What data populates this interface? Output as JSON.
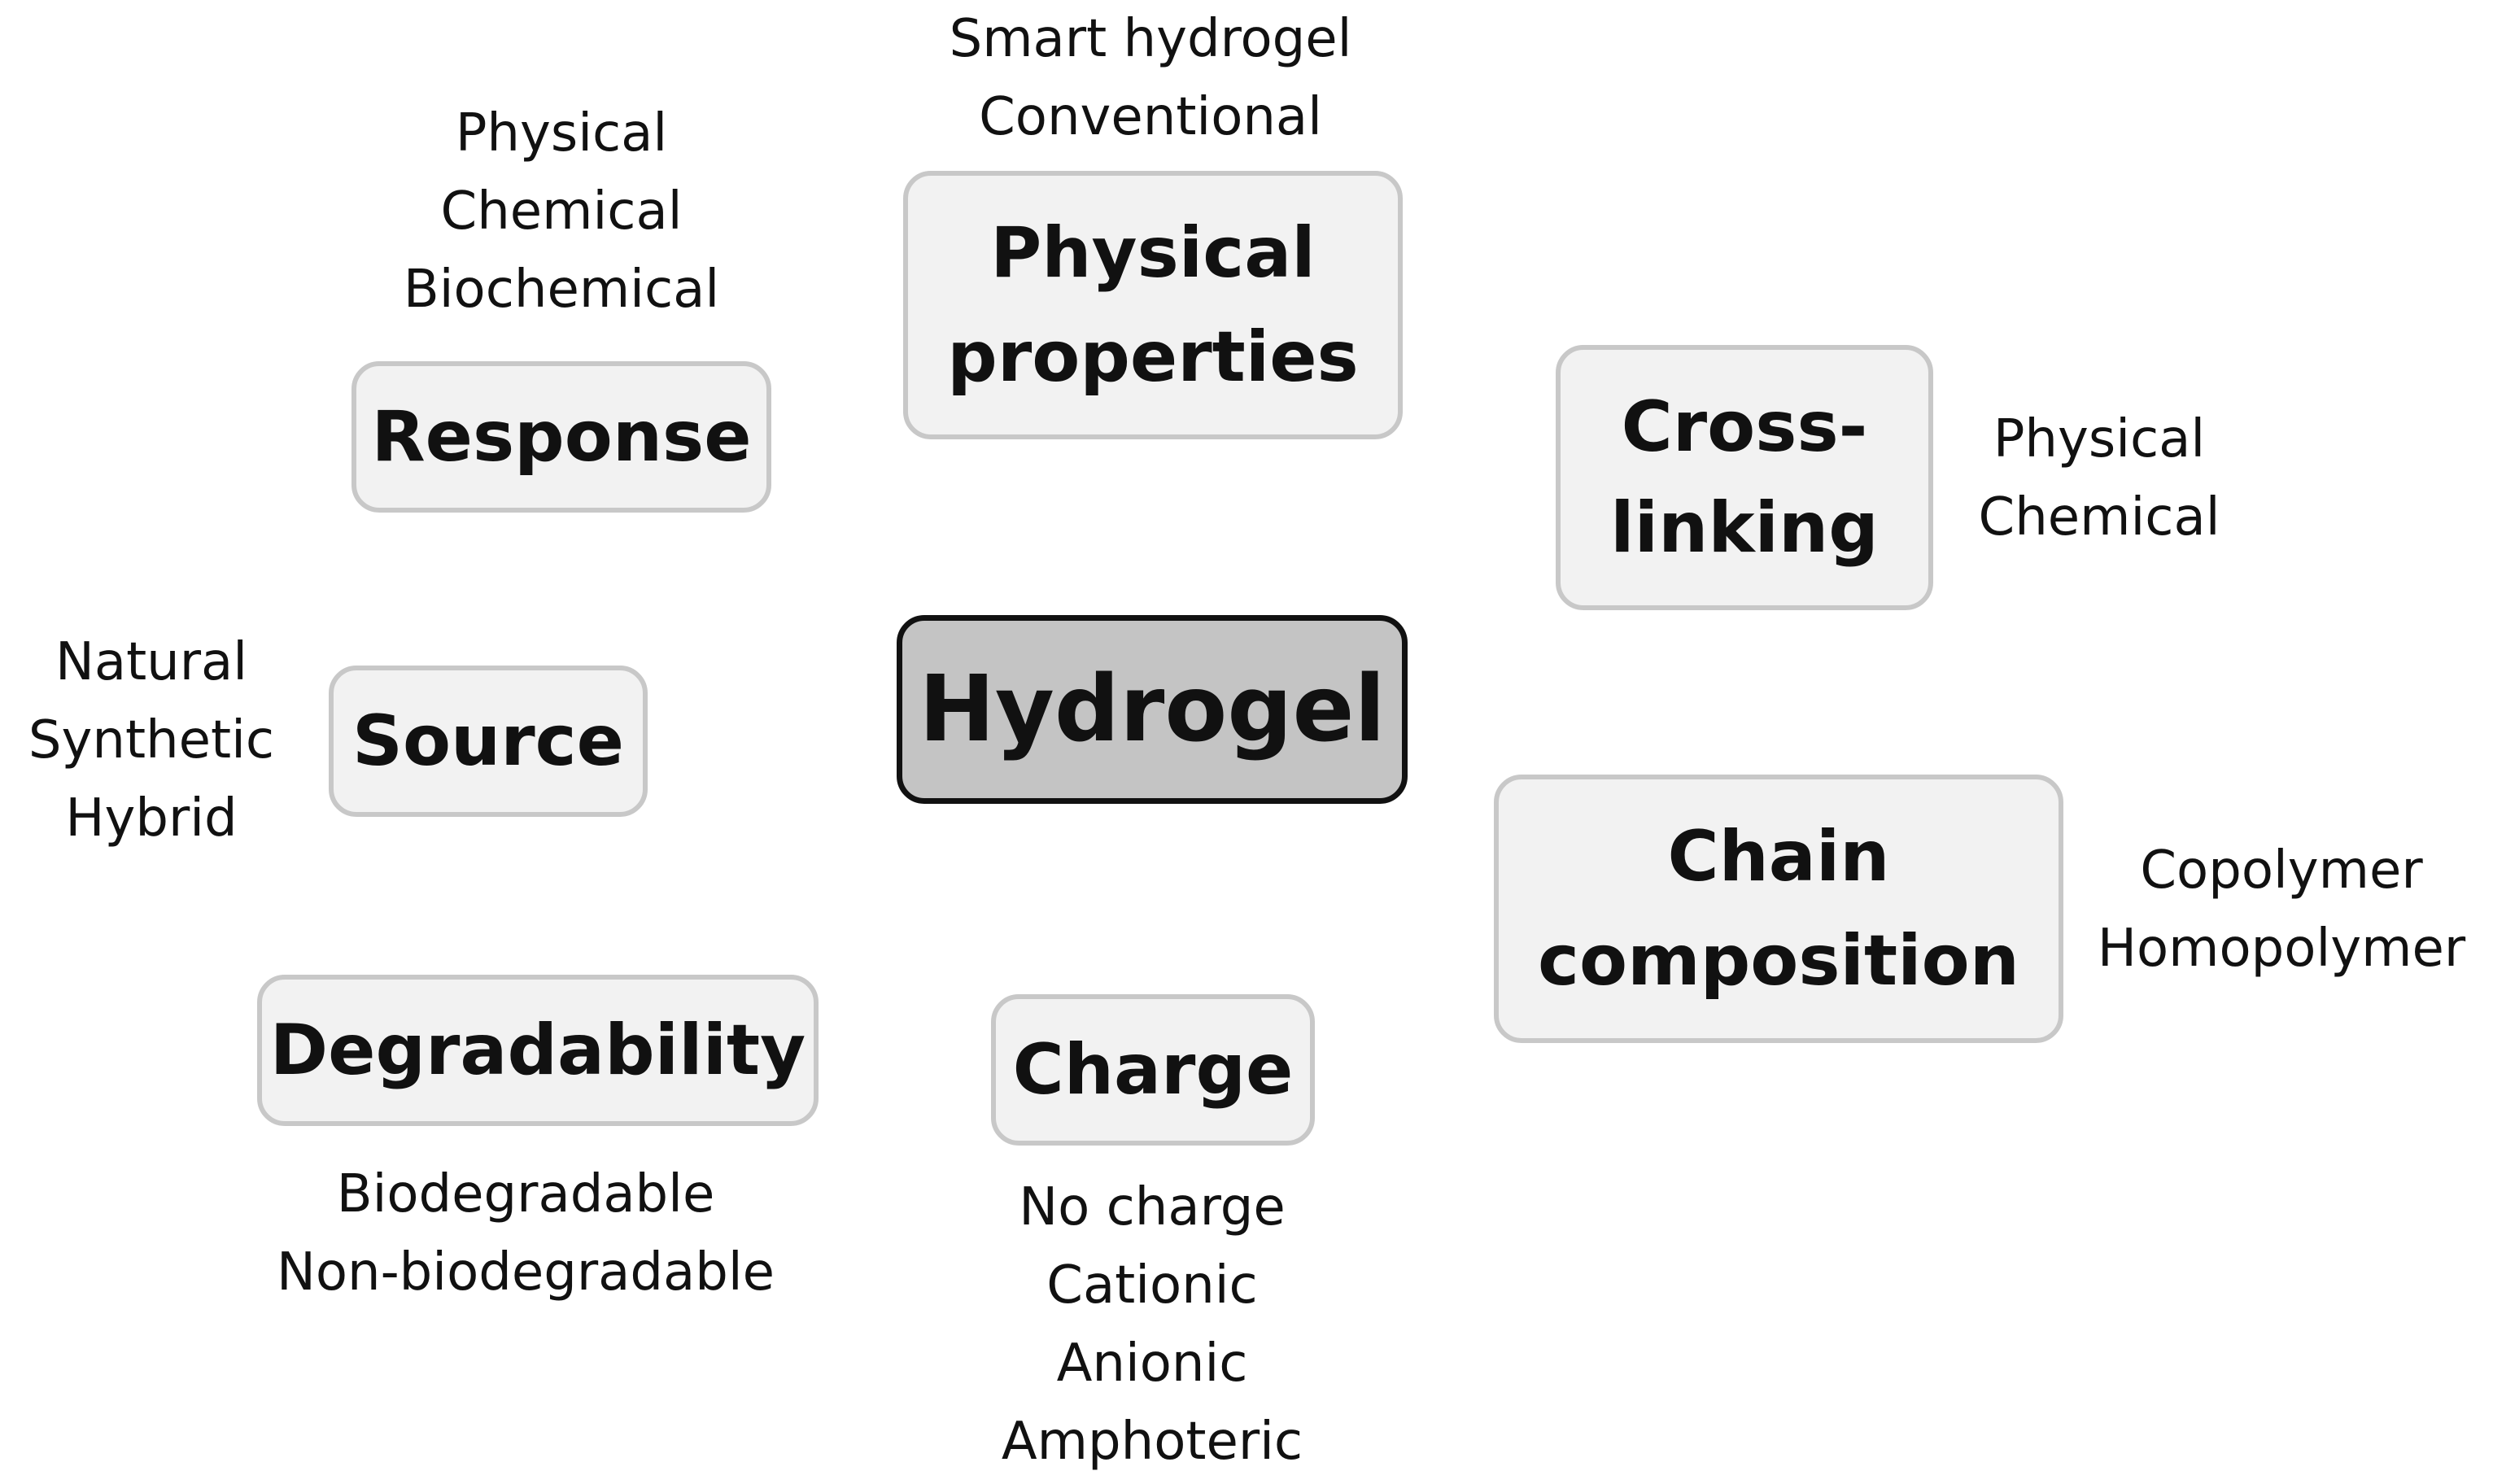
{
  "center": "Hydrogel",
  "categories": {
    "physical_properties": {
      "title": [
        "Physical",
        "properties"
      ],
      "options": [
        "Smart hydrogel",
        "Conventional"
      ]
    },
    "response": {
      "title": [
        "Response"
      ],
      "options": [
        "Physical",
        "Chemical",
        "Biochemical"
      ]
    },
    "cross_linking": {
      "title": [
        "Cross-",
        "linking"
      ],
      "options": [
        "Physical",
        "Chemical"
      ]
    },
    "source": {
      "title": [
        "Source"
      ],
      "options": [
        "Natural",
        "Synthetic",
        "Hybrid"
      ]
    },
    "chain_composition": {
      "title": [
        "Chain",
        "composition"
      ],
      "options": [
        "Copolymer",
        "Homopolymer"
      ]
    },
    "degradability": {
      "title": [
        "Degradability"
      ],
      "options": [
        "Biodegradable",
        "Non-biodegradable"
      ]
    },
    "charge": {
      "title": [
        "Charge"
      ],
      "options": [
        "No charge",
        "Cationic",
        "Anionic",
        "Amphoteric"
      ]
    }
  },
  "colors": {
    "center_fill": "#c4c4c4",
    "center_border": "#111111",
    "box_fill": "#f2f2f2",
    "box_border": "#c8c8c8",
    "text": "#111111"
  }
}
